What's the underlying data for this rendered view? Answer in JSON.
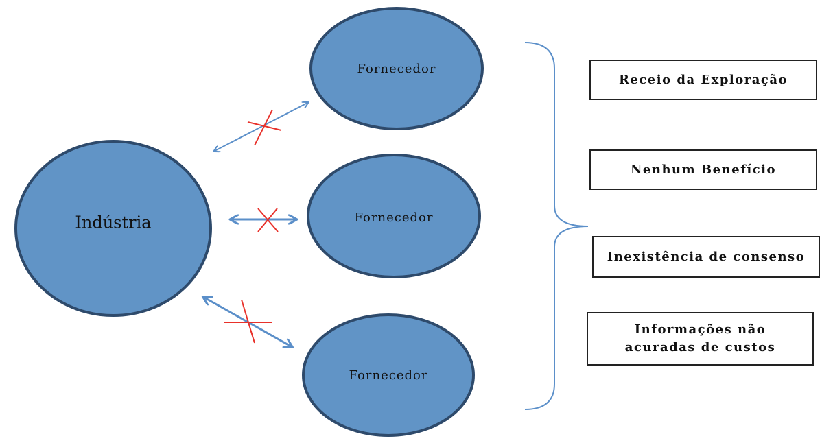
{
  "industry": {
    "label": "Indústria"
  },
  "suppliers": [
    {
      "label": "Fornecedor"
    },
    {
      "label": "Fornecedor"
    },
    {
      "label": "Fornecedor"
    }
  ],
  "barriers": [
    {
      "label": "Receio da Exploração"
    },
    {
      "label": "Nenhum Benefício"
    },
    {
      "label": "Inexistência de consenso"
    },
    {
      "label": "Informações não acuradas de custos"
    }
  ],
  "colors": {
    "node_fill": "#6194c6",
    "node_stroke": "#2e4a6b",
    "arrow": "#5b8fc9",
    "cross": "#e8312a",
    "brace": "#5b8fc9"
  }
}
